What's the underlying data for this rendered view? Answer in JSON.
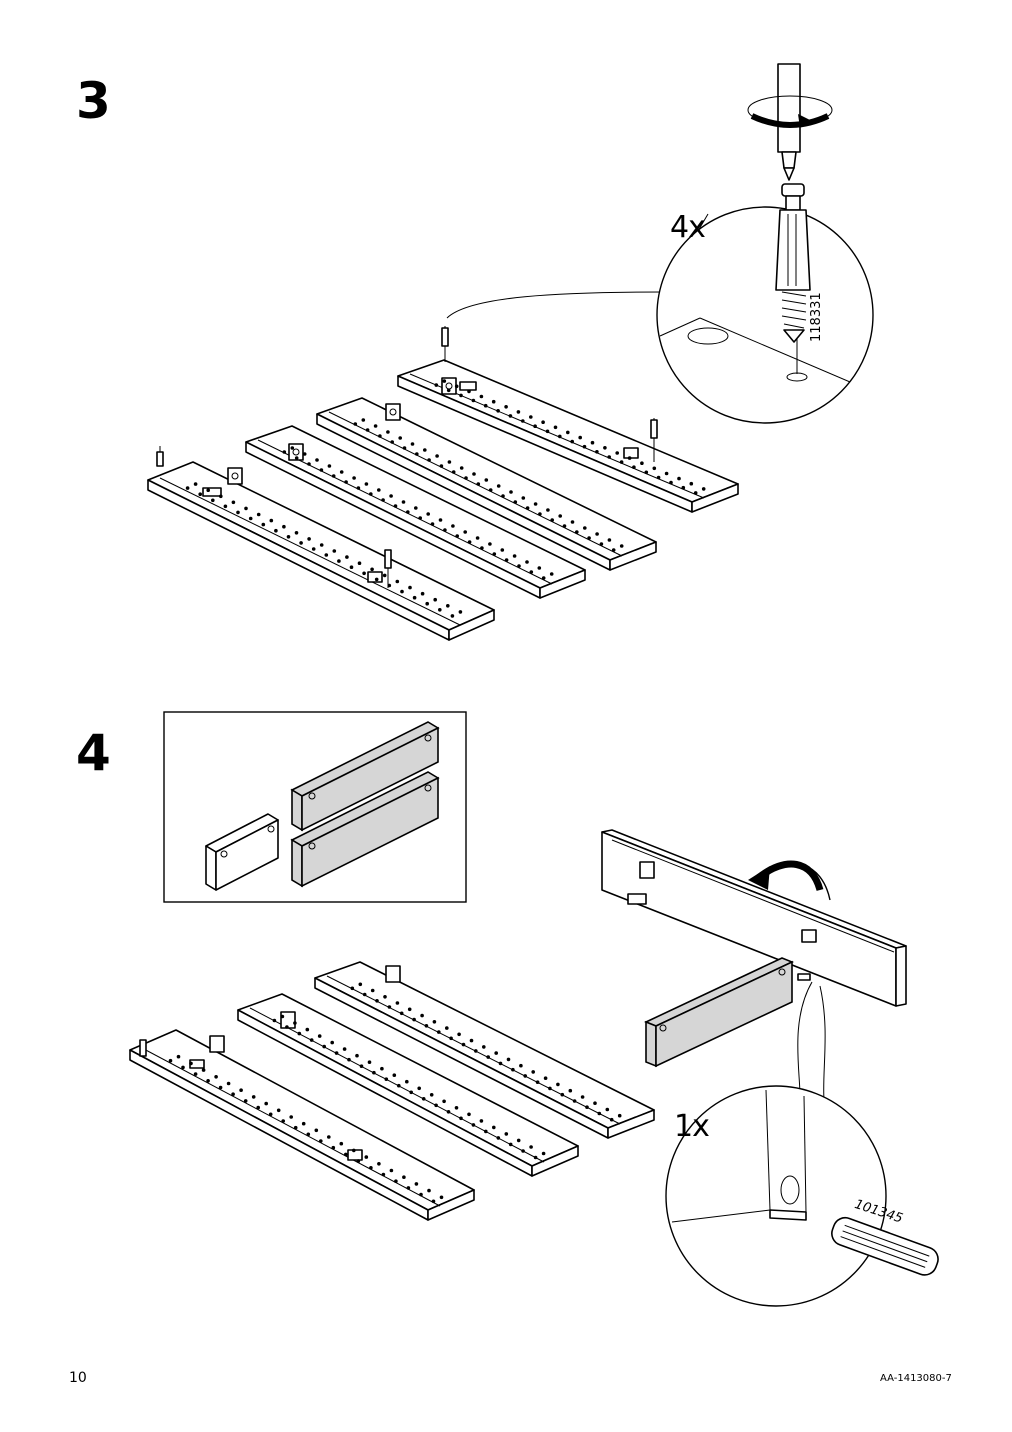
{
  "steps": [
    {
      "number": "3",
      "quantity": "4x",
      "part_number": "118331"
    },
    {
      "number": "4",
      "quantity": "1x",
      "part_number": "101345"
    }
  ],
  "footer": {
    "page_number": "10",
    "document_code": "AA-1413080-7"
  }
}
